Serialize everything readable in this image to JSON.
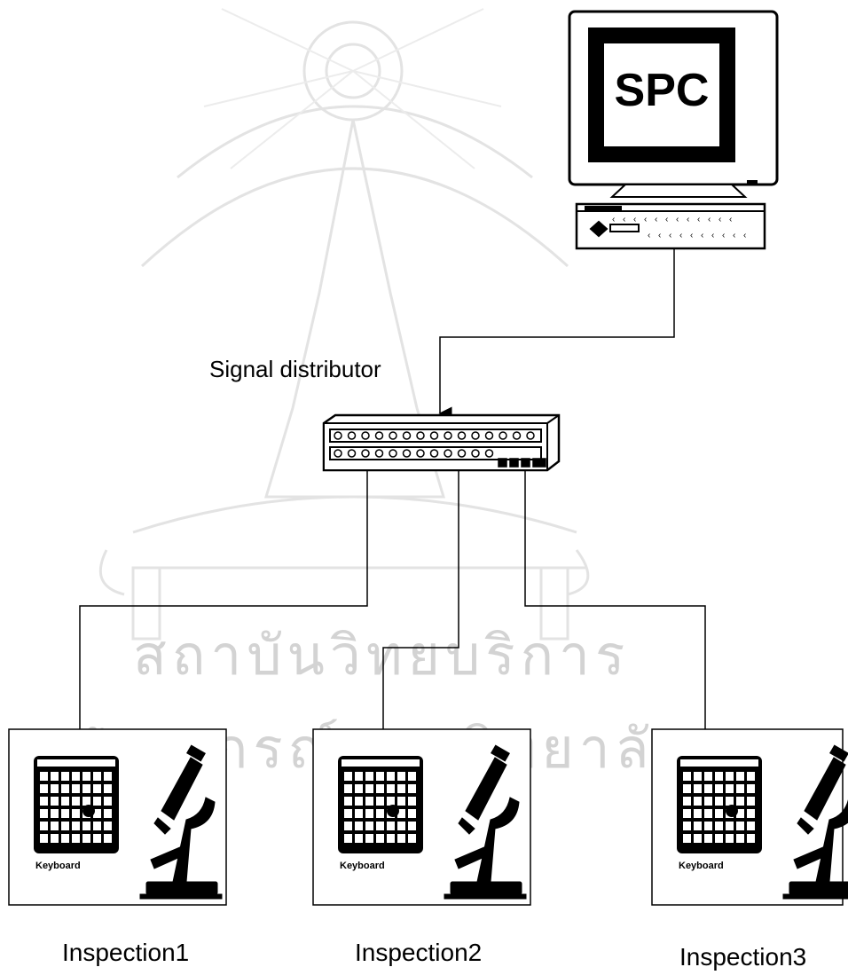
{
  "watermark": {
    "line1": "สถาบันวิทยบริการ",
    "line2": "จุฬาลงกรณ์มหาวิทยาลัย",
    "emblem": "chulalongkorn-emblem"
  },
  "computer": {
    "screen_text": "SPC"
  },
  "distributor": {
    "label": "Signal distributor"
  },
  "stations": [
    {
      "title": "Inspection1",
      "keyboard_label": "Keyboard"
    },
    {
      "title": "Inspection2",
      "keyboard_label": "Keyboard"
    },
    {
      "title": "Inspection3",
      "keyboard_label": "Keyboard"
    }
  ],
  "colors": {
    "line": "#000000",
    "watermark": "#d3d3d3"
  }
}
